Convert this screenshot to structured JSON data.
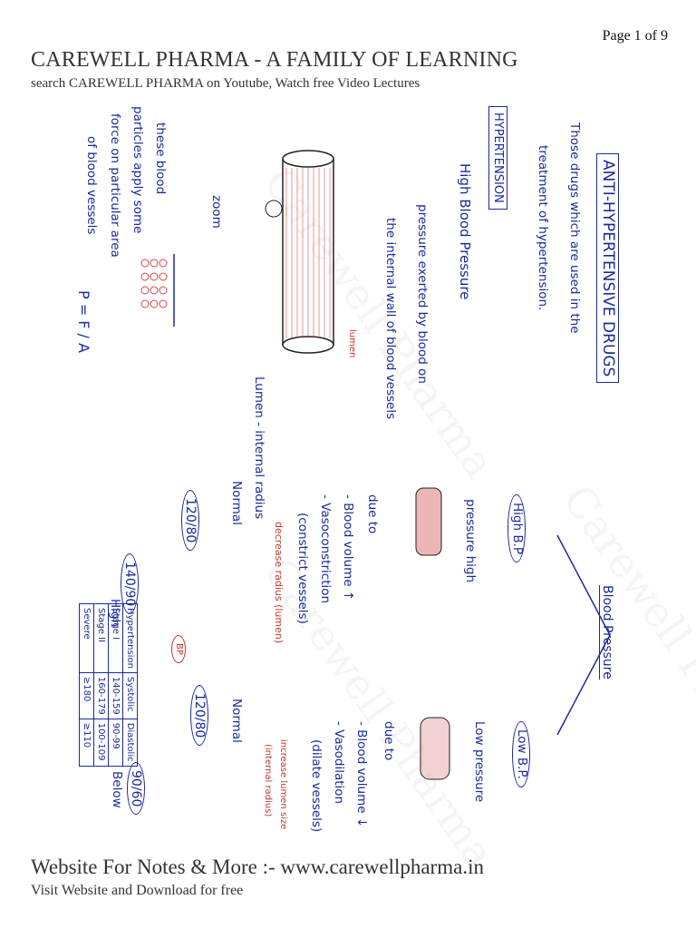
{
  "header": {
    "page": "Page 1 of 9",
    "title": "CAREWELL PHARMA - A FAMILY OF LEARNING",
    "subtitle": "search CAREWELL PHARMA on Youtube, Watch free Video Lectures"
  },
  "footer": {
    "website": "Website For Notes & More :- www.carewellpharma.in",
    "visit": "Visit Website and Download for free"
  },
  "watermark": "Carewell Pharma",
  "notes": {
    "heading": "ANTI-HYPERTENSIVE DRUGS",
    "intro_line1": "Those drugs which are used in the",
    "intro_line2": "treatment of hypertension.",
    "hypertension_label": "HYPERTENSION",
    "high_bp": "High Blood Pressure",
    "pressure_def1": "pressure exerted by blood on",
    "pressure_def2": "the internal wall of blood vessels",
    "lumen": "lumen",
    "lumen_internal": "Lumen - internal radius",
    "zoom": "zoom",
    "particles1": "these blood",
    "particles2": "particles apply some",
    "particles3": "force on particular area",
    "particles4": "of blood vessels",
    "formula": "P = F / A",
    "blood_pressure": "Blood Pressure",
    "high_bp_short": "High B.P",
    "low_bp_short": "Low B.P.",
    "pressure_high": "pressure high",
    "low_pressure": "Low pressure",
    "due_to": "due to",
    "high_causes": [
      "- Blood volume ↑",
      "- Vasoconstriction",
      "(constrict vessels)"
    ],
    "high_note": "decrease radius (lumen)",
    "low_causes": [
      "- Blood volume ↓",
      "- Vasodilation",
      "(dilate vessels)"
    ],
    "low_note1": "increase lumen size",
    "low_note2": "(internal radius)",
    "normal": "Normal",
    "bp_normal_hi": "120/80",
    "bp_high": "140/90",
    "high": "High",
    "bp_normal_lo": "120/80",
    "bp_low": "90/60",
    "below": "Below",
    "bp_tag": "BP",
    "table": {
      "headers": [
        "Hypertension",
        "Systolic",
        "Diastolic"
      ],
      "rows": [
        [
          "Stage I",
          "140-159",
          "90-99"
        ],
        [
          "Stage II",
          "160-179",
          "100-109"
        ],
        [
          "Severe",
          "≥180",
          "≥110"
        ]
      ]
    }
  }
}
